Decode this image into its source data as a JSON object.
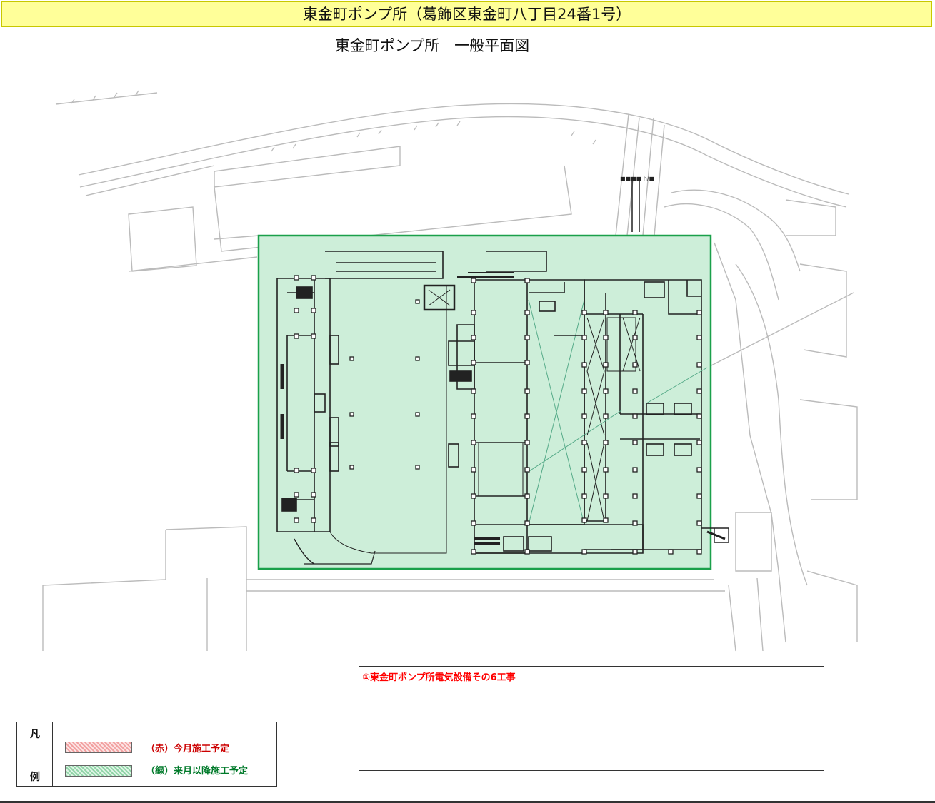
{
  "header": {
    "title": "東金町ポンプ所（葛飾区東金町八丁目24番1号）"
  },
  "drawing": {
    "title": "東金町ポンプ所　一般平面図"
  },
  "project": {
    "item": "①東金町ポンプ所電気設備その6工事"
  },
  "legend": {
    "title_top": "凡",
    "title_bottom": "例",
    "items": [
      {
        "label": "（赤）今月施工予定",
        "color": "#cc0000"
      },
      {
        "label": "（緑）来月以降施工予定",
        "color": "#007a2a"
      }
    ]
  },
  "colors": {
    "header_bg": "#ffff99",
    "area_fill": "#cdeed9",
    "area_border": "#1aa04a",
    "plan_line": "#222222",
    "site_line": "#bbbbbb"
  }
}
